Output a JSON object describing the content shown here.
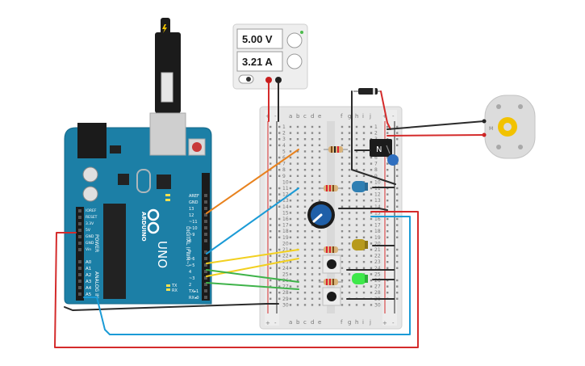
{
  "power_supply": {
    "voltage": "5.00 V",
    "current": "3.21 A"
  },
  "breadboard": {
    "columns_left": [
      "a",
      "b",
      "c",
      "d",
      "e"
    ],
    "columns_right": [
      "f",
      "g",
      "h",
      "i",
      "j"
    ],
    "rows": [
      "1",
      "2",
      "3",
      "4",
      "5",
      "6",
      "7",
      "8",
      "9",
      "10",
      "11",
      "12",
      "13",
      "14",
      "15",
      "16",
      "17",
      "18",
      "19",
      "20",
      "21",
      "22",
      "23",
      "24",
      "25",
      "26",
      "27",
      "28",
      "29",
      "30"
    ]
  },
  "arduino": {
    "logo": "ARDUINO",
    "model": "UNO",
    "power_label": "POWER",
    "analog_label": "ANALOG IN",
    "digital_label": "DIGITAL (PWM~)",
    "power_pins": [
      "IOREF",
      "RESET",
      "3.3V",
      "5V",
      "GND",
      "GND",
      "Vin"
    ],
    "analog_pins": [
      "A0",
      "A1",
      "A2",
      "A3",
      "A4",
      "A5"
    ],
    "digital_top": [
      "AREF",
      "GND",
      "13",
      "12",
      "~11",
      "~10",
      "~9",
      "8"
    ],
    "digital_bottom": [
      "7",
      "~6",
      "~5",
      "4",
      "~3",
      "2",
      "TX▸1",
      "RX◂0"
    ],
    "tx_label": "TX",
    "rx_label": "RX"
  },
  "motor": {
    "label": "M"
  },
  "colors": {
    "board": "#1c7fa6",
    "wire_red": "#d42b2b",
    "wire_black": "#2b2b2b",
    "wire_orange": "#e8821e",
    "wire_blue": "#1b9bd6",
    "wire_yellow": "#f2d020",
    "wire_green": "#3fb34a",
    "breadboard": "#e9e9e9"
  }
}
